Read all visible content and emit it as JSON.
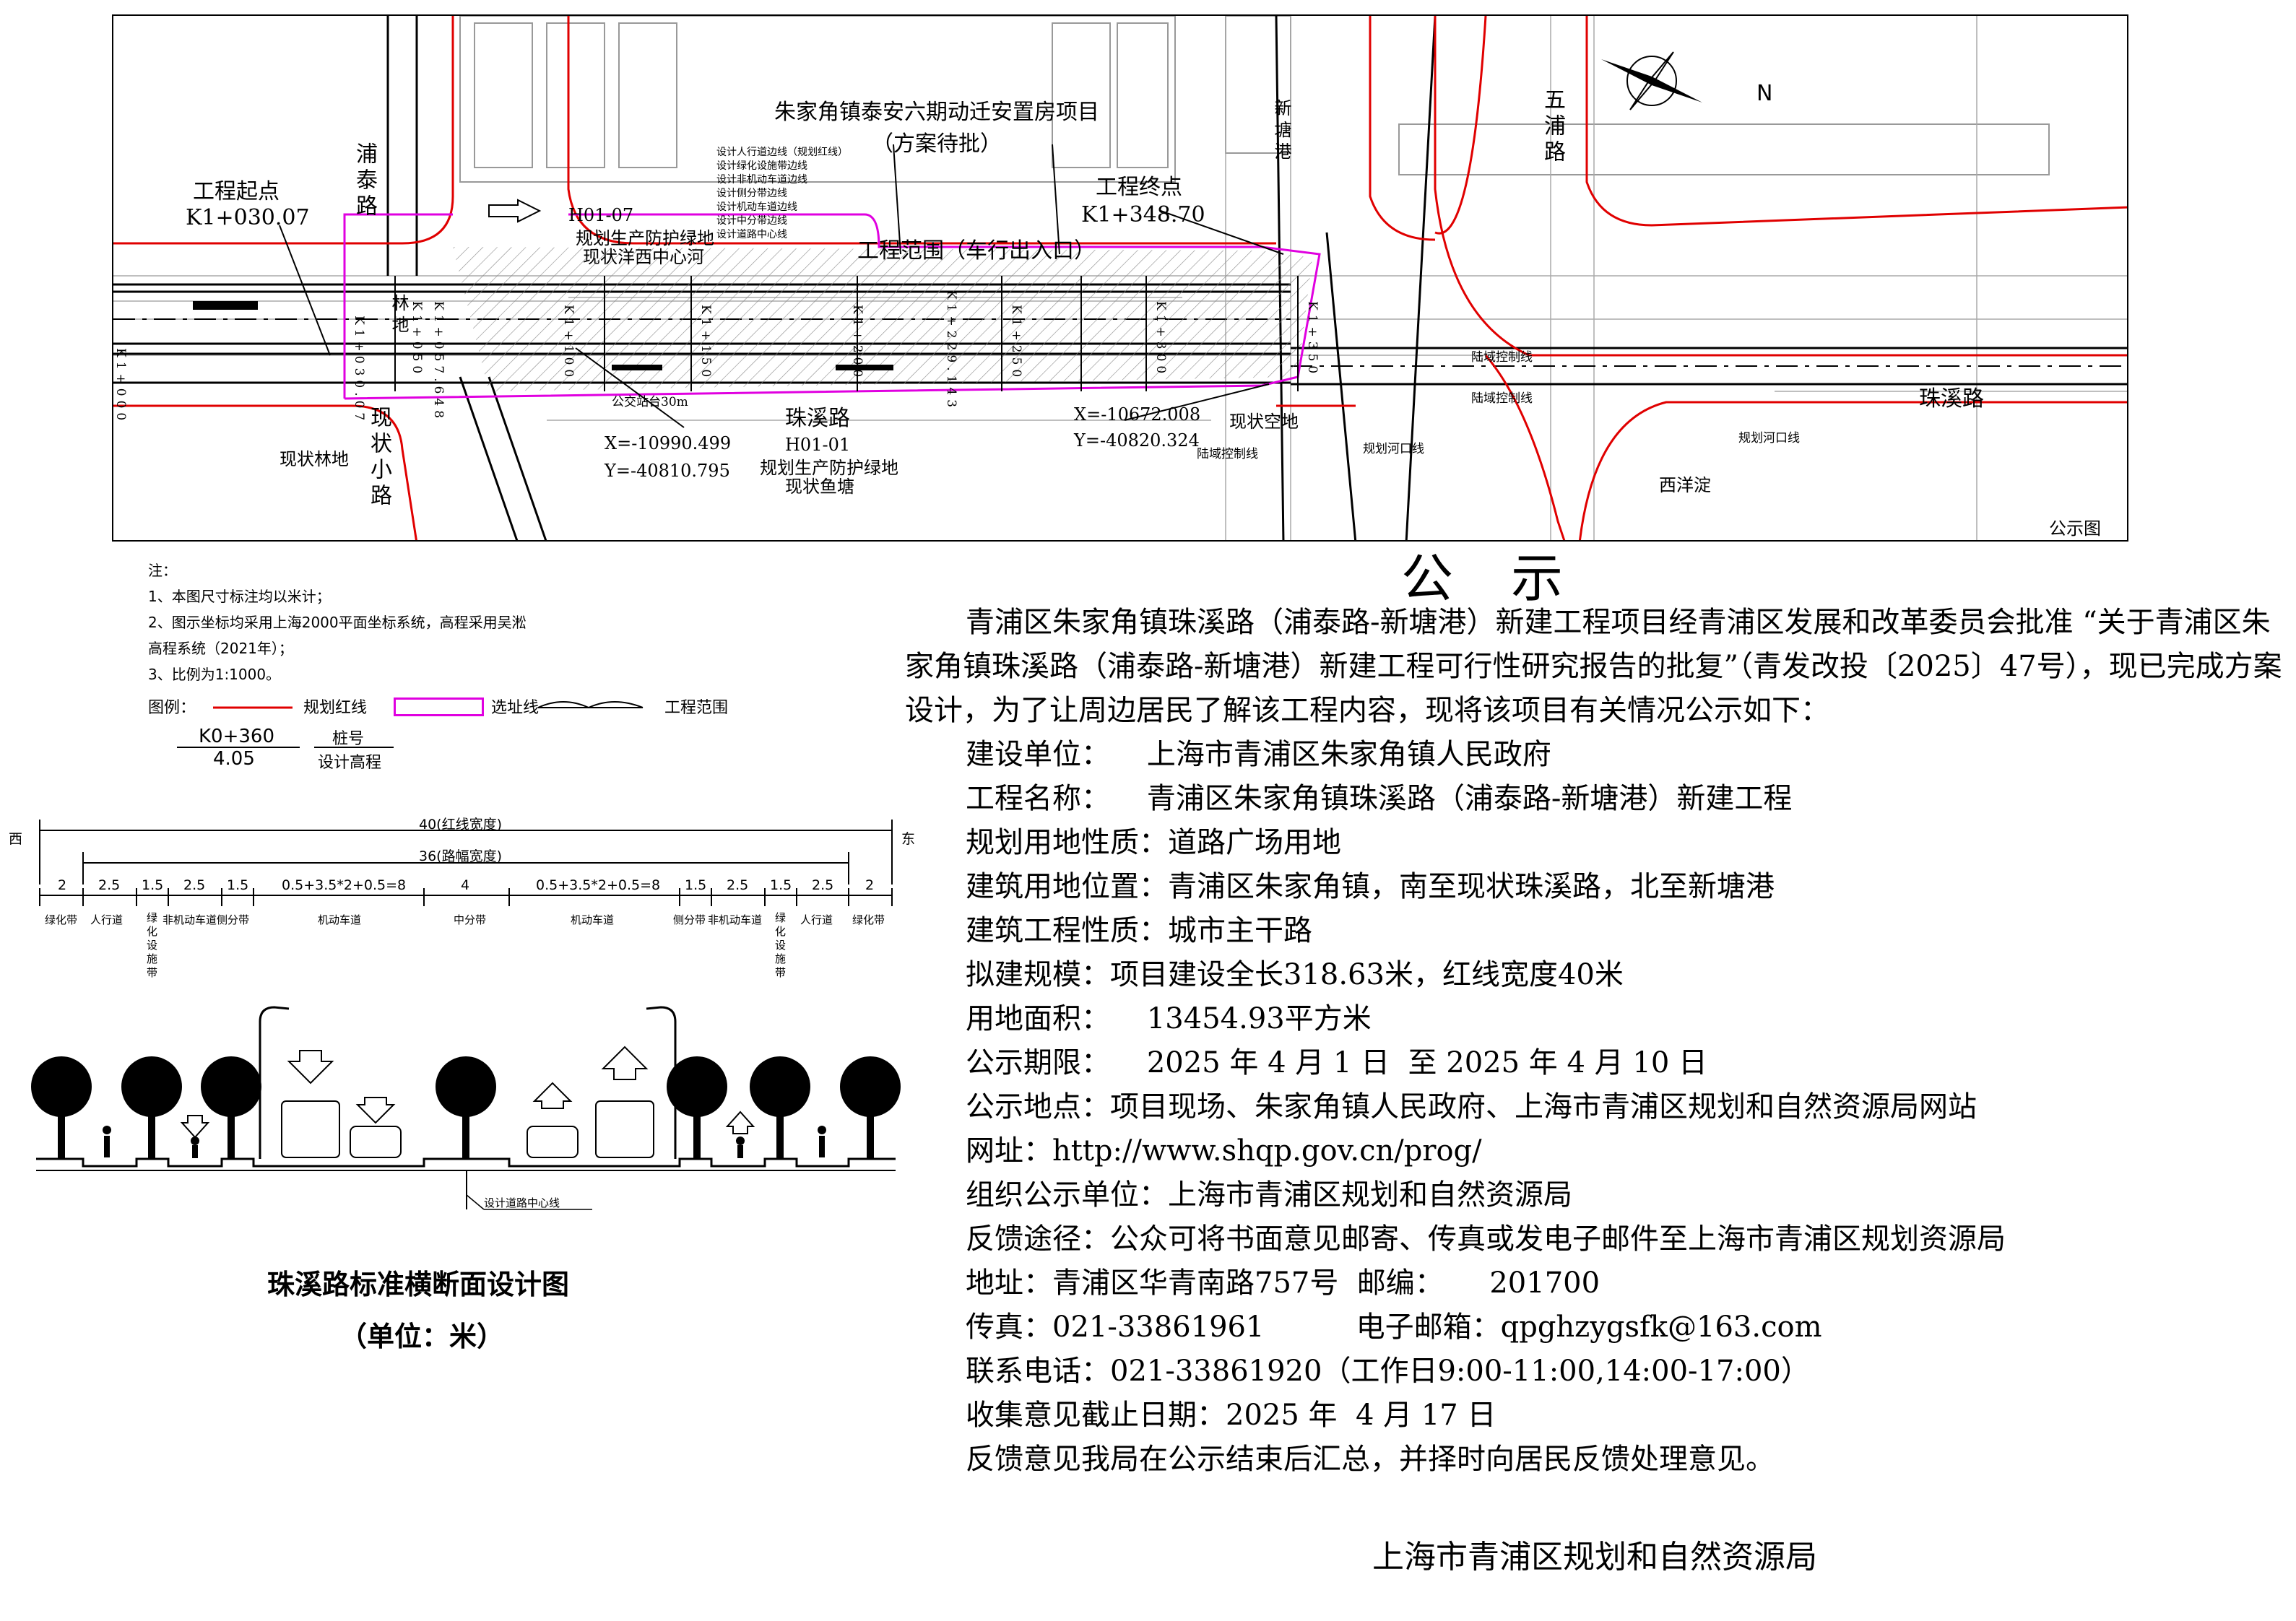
{
  "map": {
    "caption": "公示图",
    "project_block": "朱家角镇泰安六期动迁安置房项目",
    "project_block_note": "（方案待批）",
    "start_label": "工程起点",
    "start_station": "K1+030.07",
    "end_label": "工程终点",
    "end_station": "K1+348.70",
    "scope_label": "工程范围（车行出入口）",
    "road_main": "珠溪路",
    "road_main_right": "珠溪路",
    "road_putai": "浦泰路",
    "road_wupu": "五浦路",
    "canal_xintang": "新塘港",
    "existing_road": "现状小路",
    "forest": "林地",
    "existing_forest": "现状林地",
    "existing_empty": "现状空地",
    "xiyang_dian": "西洋淀",
    "parcel_h0107": "H01-07",
    "parcel_h0107_use": "规划生产防护绿地",
    "parcel_h0107_river": "现状洋西中心河",
    "parcel_h0101": "H01-01",
    "parcel_h0101_use": "规划生产防护绿地",
    "parcel_h0101_now": "现状鱼塘",
    "bus_stop": "公交站台30m",
    "coord1_x": "X=-10990.499",
    "coord1_y": "Y=-40810.795",
    "coord2_x": "X=-10672.008",
    "coord2_y": "Y=-40820.324",
    "land_ctrl": "陆域控制线",
    "land_ctrl2": "陆域控制线",
    "land_ctrl3": "陆域控制线",
    "river_line": "规划河口线",
    "river_line2": "规划河口线",
    "design_lines": [
      "设计人行道边线（规划红线）",
      "设计绿化设施带边线",
      "设计非机动车道边线",
      "设计侧分带边线",
      "设计机动车道边线",
      "设计中分带边线",
      "设计道路中心线"
    ],
    "stations": [
      "K1+050",
      "K1+057.648",
      "K1+100",
      "K1+150",
      "K1+200",
      "K1+229.143",
      "K1+250",
      "K1+300",
      "K1+350",
      "K1+000",
      "K1+030.07"
    ],
    "north": "N"
  },
  "notes": {
    "heading": "注：",
    "items": [
      "1、本图尺寸标注均以米计；",
      "2、图示坐标均采用上海2000平面坐标系统，高程采用吴淞",
      "高程系统（2021年）；",
      "3、比例为1:1000。"
    ],
    "legend_label": "图例：",
    "legend_red": "规划红线",
    "legend_magenta": "选址线",
    "legend_scope": "工程范围",
    "legend_station": "K0+360",
    "legend_elev": "4.05",
    "legend_station_lbl": "桩号",
    "legend_elev_lbl": "设计高程"
  },
  "section": {
    "title": "珠溪路标准横断面设计图",
    "unit": "（单位：米）",
    "west": "西",
    "east": "东",
    "total_width": "40(红线宽度)",
    "road_width": "36(路幅宽度)",
    "dims": [
      "2",
      "2.5",
      "1.5",
      "2.5",
      "1.5",
      "0.5+3.5*2+0.5=8",
      "4",
      "0.5+3.5*2+0.5=8",
      "1.5",
      "2.5",
      "1.5",
      "2.5",
      "2"
    ],
    "lanes": [
      "绿化带",
      "人行道",
      "绿化设施带",
      "非机动车道",
      "侧分带",
      "机动车道",
      "中分带",
      "机动车道",
      "侧分带",
      "非机动车道",
      "绿化设施带",
      "人行道",
      "绿化带"
    ],
    "centerline": "设计道路中心线"
  },
  "notice": {
    "title": "公示",
    "intro": "青浦区朱家角镇珠溪路（浦泰路-新塘港）新建工程项目经青浦区发展和改革委员会批准 “关于青浦区朱家角镇珠溪路（浦泰路-新塘港）新建工程可行性研究报告的批复”（青发改投〔2025〕47号），现已完成方案设计，为了让周边居民了解该工程内容，现将该项目有关情况公示如下：",
    "lines": [
      "建设单位：    上海市青浦区朱家角镇人民政府",
      "工程名称：    青浦区朱家角镇珠溪路（浦泰路-新塘港）新建工程",
      "规划用地性质：道路广场用地",
      "建筑用地位置：青浦区朱家角镇，南至现状珠溪路，北至新塘港",
      "建筑工程性质：城市主干路",
      "拟建规模：项目建设全长318.63米，红线宽度40米",
      "用地面积：    13454.93平方米",
      "公示期限：    2025 年 4 月 1 日  至 2025 年 4 月 10 日",
      "公示地点：项目现场、朱家角镇人民政府、上海市青浦区规划和自然资源局网站",
      "网址：http://www.shqp.gov.cn/prog/",
      "组织公示单位：上海市青浦区规划和自然资源局",
      "反馈途径：公众可将书面意见邮寄、传真或发电子邮件至上海市青浦区规划资源局",
      "地址：青浦区华青南路757号  邮编：     201700",
      "传真：021-33861961          电子邮箱：qpghzygsfk@163.com",
      "联系电话：021-33861920（工作日9:00-11:00,14:00-17:00）",
      "收集意见截止日期：2025 年  4 月 17 日",
      "反馈意见我局在公示结束后汇总，并择时向居民反馈处理意见。"
    ],
    "signature": "上海市青浦区规划和自然资源局"
  },
  "colors": {
    "red_line": "#e00000",
    "select_line": "#e000e0",
    "drawing": "#000000"
  }
}
